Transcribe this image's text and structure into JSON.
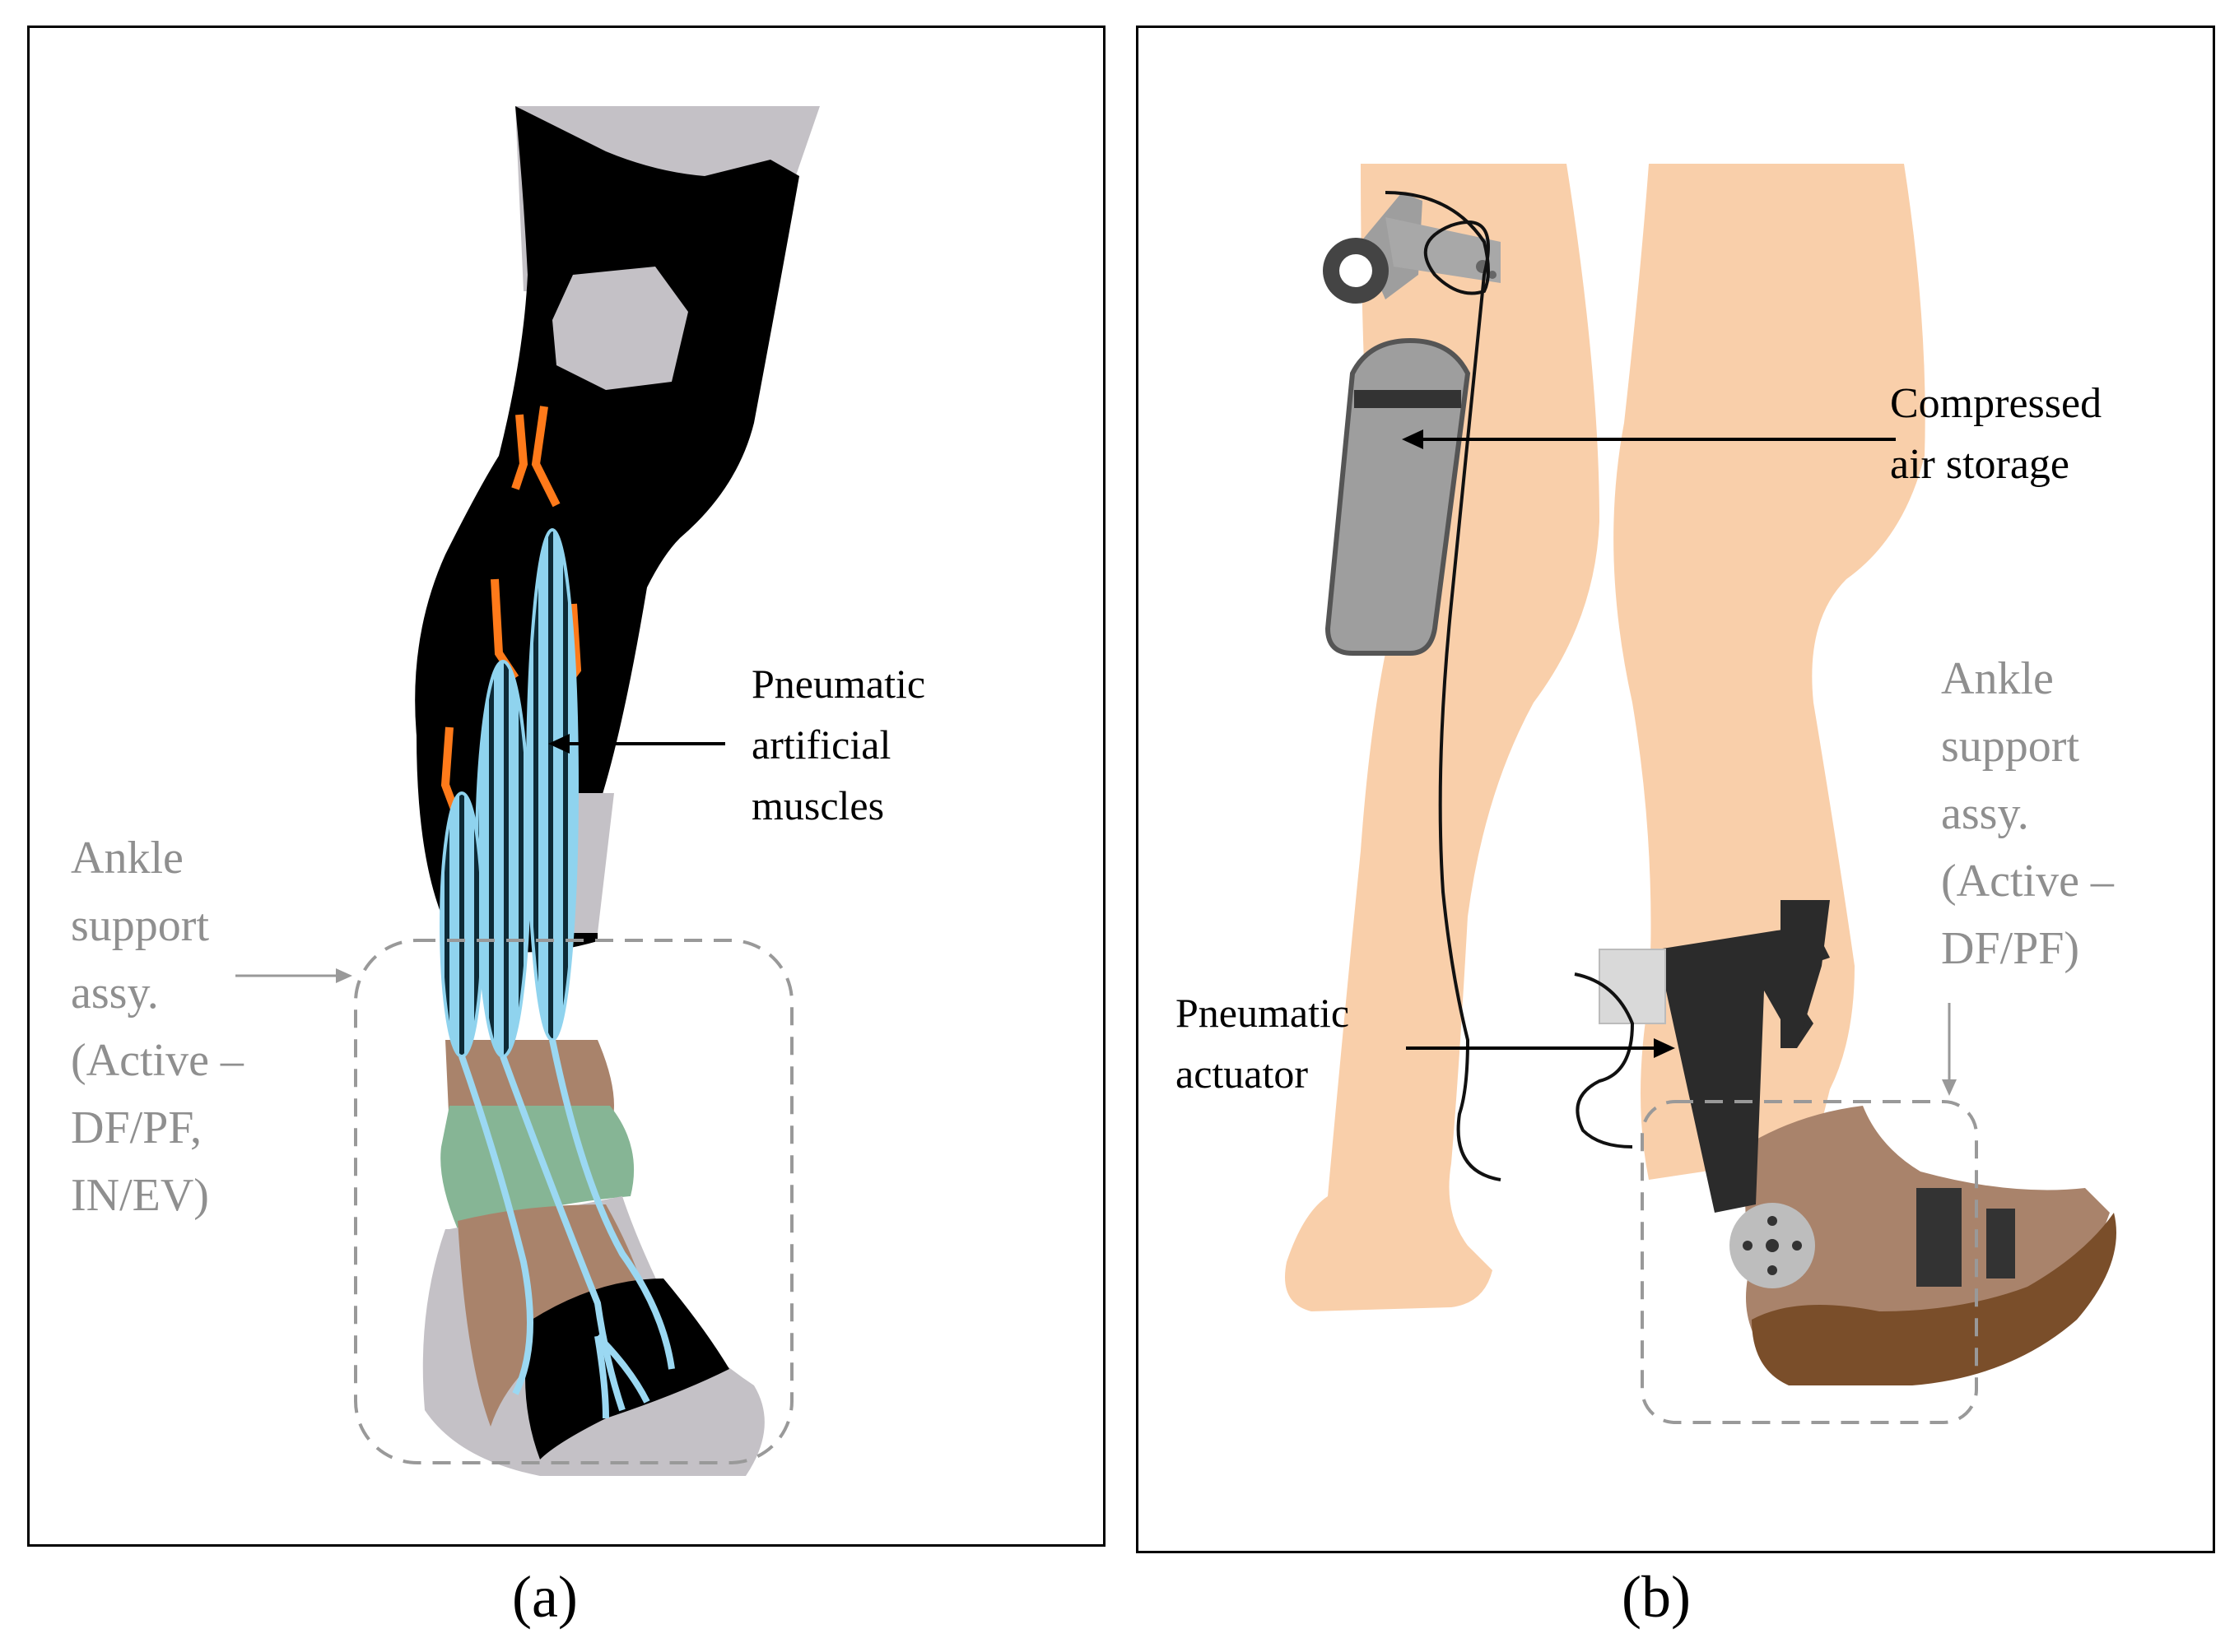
{
  "panel_a": {
    "caption": "(a)",
    "label_muscles": [
      "Pneumatic",
      "artificial",
      "muscles"
    ],
    "label_ankle": [
      "Ankle",
      "support",
      "assy.",
      "(Active –",
      "DF/PF,",
      "IN/EV)"
    ]
  },
  "panel_b": {
    "caption": "(b)",
    "label_storage": [
      "Compressed",
      "air storage"
    ],
    "label_actuator": [
      "Pneumatic",
      "actuator"
    ],
    "label_ankle": [
      "Ankle",
      "support",
      "assy.",
      "(Active –",
      "DF/PF)"
    ]
  },
  "colors": {
    "sleeve": "#000000",
    "grey": "#c4c1c6",
    "muscle": "#8fd3ee",
    "tendon": "#9bd8f2",
    "orange": "#ff7a1a",
    "skin": "#f9cfaa",
    "green": "#86b595",
    "brown": "#a9836b",
    "callout_grey": "#999999"
  }
}
